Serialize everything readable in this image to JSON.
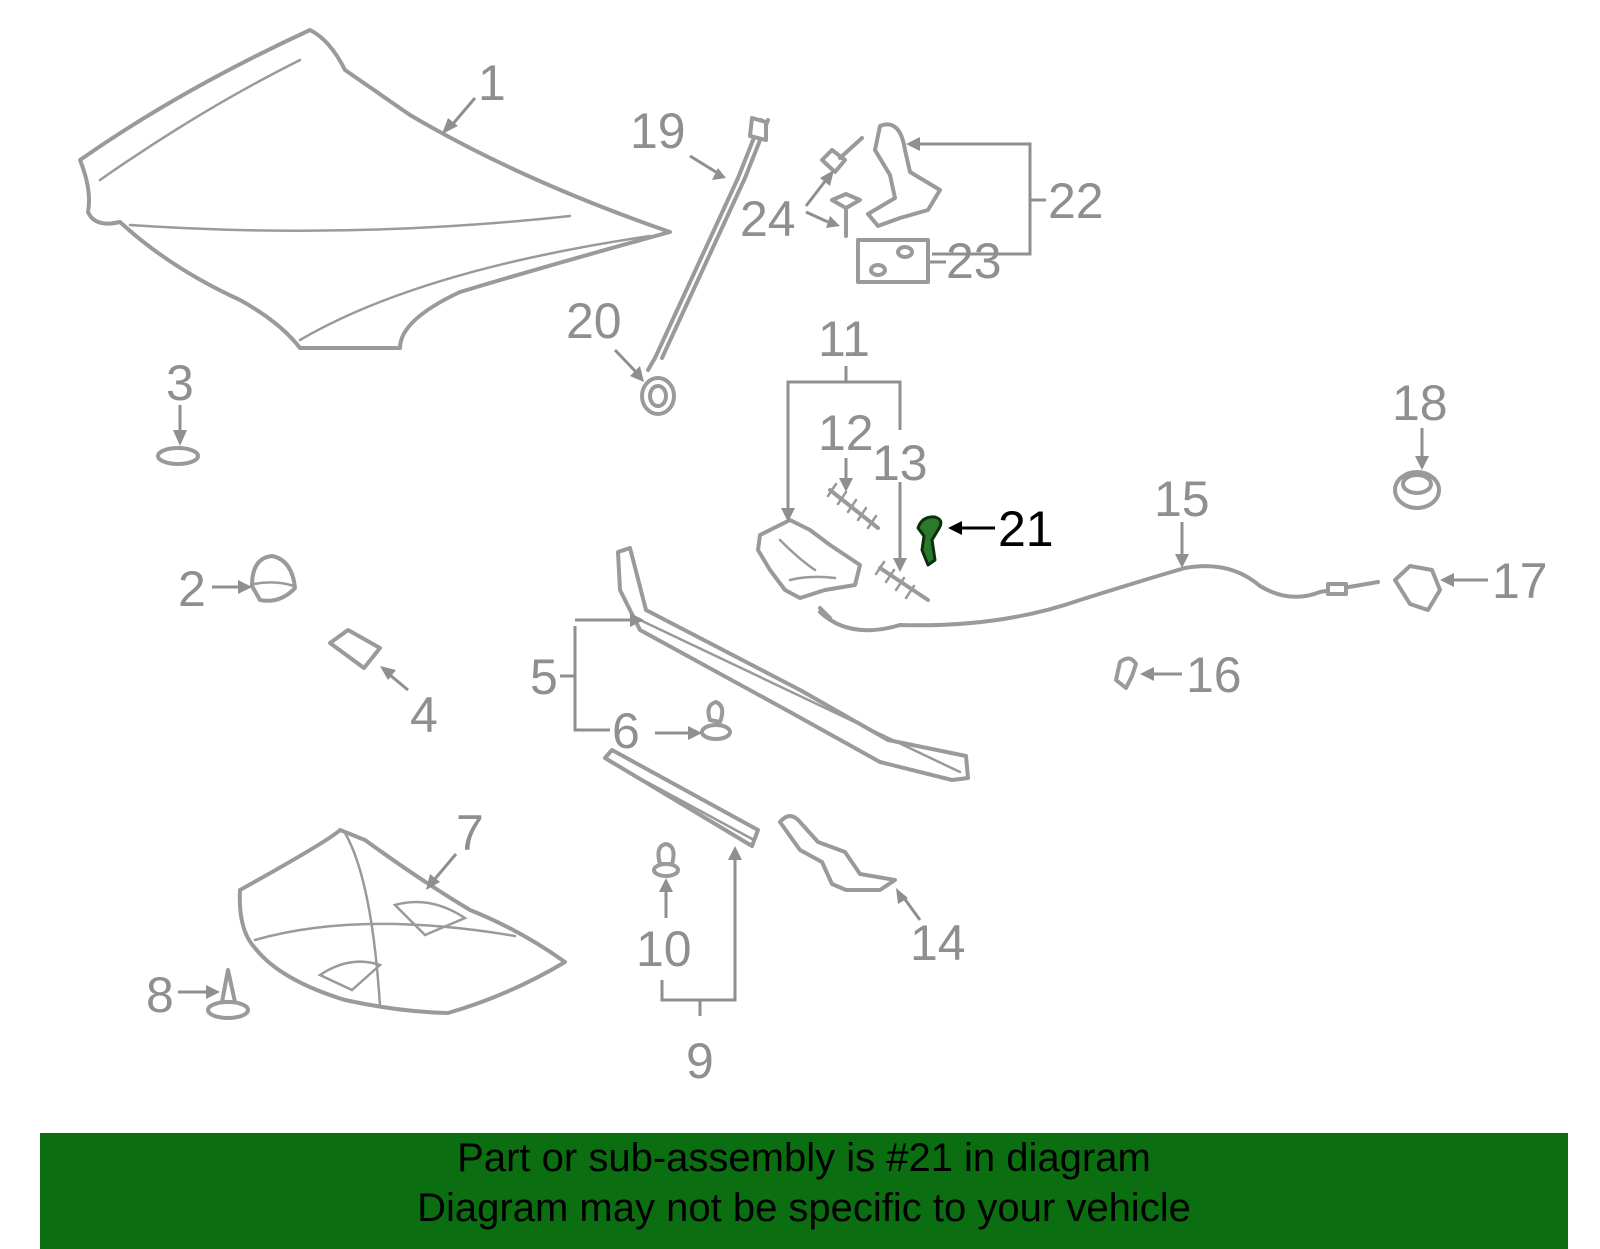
{
  "diagram": {
    "colors": {
      "part_stroke": "#9a9a9a",
      "highlight_part": "#2a7a2a",
      "highlight_label": "#000000",
      "banner_background": "#0b6e10",
      "banner_text": "#000000"
    },
    "highlighted_part": "21",
    "labels": [
      {
        "id": "1",
        "text": "1"
      },
      {
        "id": "2",
        "text": "2"
      },
      {
        "id": "3",
        "text": "3"
      },
      {
        "id": "4",
        "text": "4"
      },
      {
        "id": "5",
        "text": "5"
      },
      {
        "id": "6",
        "text": "6"
      },
      {
        "id": "7",
        "text": "7"
      },
      {
        "id": "8",
        "text": "8"
      },
      {
        "id": "9",
        "text": "9"
      },
      {
        "id": "10",
        "text": "10"
      },
      {
        "id": "11",
        "text": "11"
      },
      {
        "id": "12",
        "text": "12"
      },
      {
        "id": "13",
        "text": "13"
      },
      {
        "id": "14",
        "text": "14"
      },
      {
        "id": "15",
        "text": "15"
      },
      {
        "id": "16",
        "text": "16"
      },
      {
        "id": "17",
        "text": "17"
      },
      {
        "id": "18",
        "text": "18"
      },
      {
        "id": "19",
        "text": "19"
      },
      {
        "id": "20",
        "text": "20"
      },
      {
        "id": "21",
        "text": "21"
      },
      {
        "id": "22",
        "text": "22"
      },
      {
        "id": "23",
        "text": "23"
      },
      {
        "id": "24",
        "text": "24"
      }
    ]
  },
  "banner": {
    "line1": "Part or sub-assembly is #21 in diagram",
    "line2": "Diagram may not be specific to your vehicle"
  }
}
